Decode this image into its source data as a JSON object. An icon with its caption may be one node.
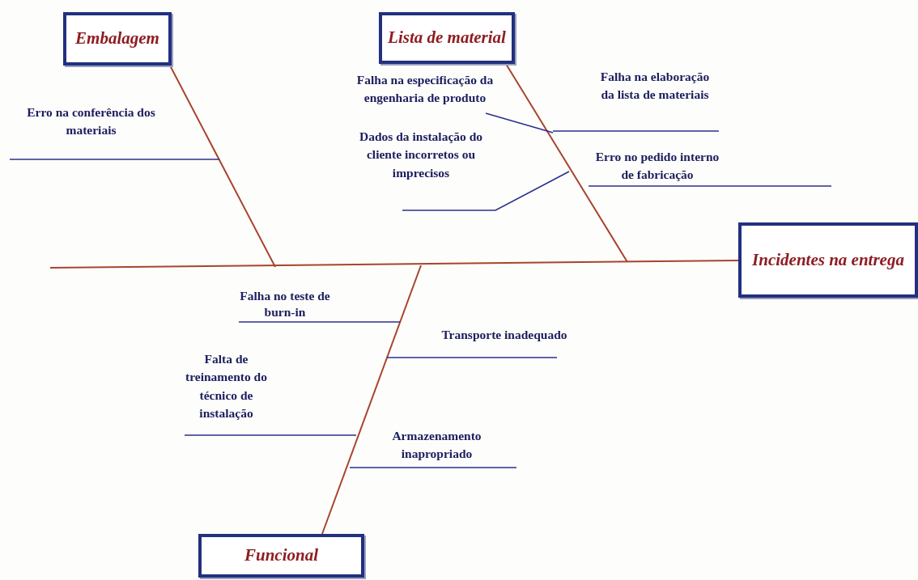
{
  "diagram": {
    "nodes": [
      {
        "text": [
          "Embalagem"
        ]
      },
      {
        "text": [
          "Lista de material"
        ]
      },
      {
        "text": [
          "Erro na conferência dos materiais"
        ]
      },
      {
        "text": [
          "Falha na especificação da engenharia de produto"
        ]
      },
      {
        "text": [
          "Falha na elaboração da lista de materiais"
        ]
      },
      {
        "text": [
          "Dados da instalação do cliente incorretos ou imprecisos"
        ]
      },
      {
        "text": [
          "Erro no pedido interno de fabricação"
        ]
      },
      {
        "text": [
          "Incidentes na entrega"
        ]
      },
      {
        "text": [
          "Falha no teste de burn-in"
        ]
      },
      {
        "text": [
          "Transporte inadequado"
        ]
      },
      {
        "text": [
          "Falta de treinamento do técnico de instalação"
        ]
      },
      {
        "text": [
          "Armazenamento inapropriado"
        ]
      },
      {
        "text": [
          "Funcional"
        ]
      }
    ],
    "edges": [
      {
        "from": null,
        "to": 7,
        "arrow": "none",
        "color": "#a8442e"
      },
      {
        "from": 0,
        "to": null,
        "arrow": "none",
        "color": "#a8442e"
      },
      {
        "from": 1,
        "to": null,
        "arrow": "none",
        "color": "#a8442e"
      },
      {
        "from": 12,
        "to": null,
        "arrow": "none",
        "color": "#a8442e"
      },
      {
        "from": 2,
        "to": null,
        "arrow": "none"
      },
      {
        "from": 3,
        "to": null,
        "arrow": "none"
      },
      {
        "from": 4,
        "to": null,
        "arrow": "none"
      },
      {
        "from": 5,
        "to": null,
        "arrow": "none"
      },
      {
        "from": 6,
        "to": null,
        "arrow": "none"
      },
      {
        "from": 8,
        "to": null,
        "arrow": "none"
      },
      {
        "from": 9,
        "to": null,
        "arrow": "none"
      },
      {
        "from": 10,
        "to": null,
        "arrow": "none"
      },
      {
        "from": 11,
        "to": null,
        "arrow": "none"
      }
    ]
  }
}
